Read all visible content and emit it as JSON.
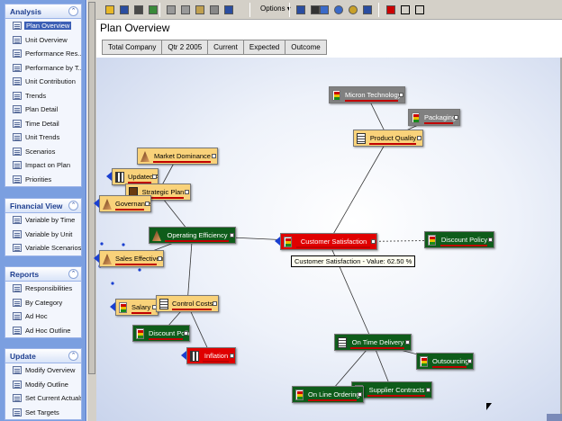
{
  "nav": {
    "groups": [
      {
        "title": "Analysis",
        "items": [
          "Plan Overview",
          "Unit Overview",
          "Performance Res...",
          "Performance by T...",
          "Unit Contribution",
          "Trends",
          "Plan Detail",
          "Time Detail",
          "Unit Trends",
          "Scenarios",
          "Impact on Plan",
          "Priorities"
        ],
        "selected": 0
      },
      {
        "title": "Financial View",
        "items": [
          "Variable by Time",
          "Variable by Unit",
          "Variable Scenarios"
        ]
      },
      {
        "title": "Reports",
        "items": [
          "Responsibilities",
          "By Category",
          "Ad Hoc",
          "Ad Hoc Outline"
        ]
      },
      {
        "title": "Update",
        "items": [
          "Modify Overview",
          "Modify Outline",
          "Set Current Actuals",
          "Set Targets"
        ]
      }
    ]
  },
  "toolbar": {
    "options_label": "Options",
    "icons": [
      "open-icon",
      "save-icon",
      "print-icon",
      "export-icon",
      "undo-icon",
      "redo-icon",
      "edit-icon",
      "link-icon",
      "sort-icon",
      "options-icon",
      "properties-icon",
      "zoom-in-icon",
      "zoom-out-icon",
      "layout-icon",
      "tree-icon",
      "traffic-light-icon",
      "box-icon",
      "frame-icon"
    ]
  },
  "page": {
    "title": "Plan Overview",
    "tabs": [
      "Total Company",
      "Qtr 2 2005",
      "Current",
      "Expected",
      "Outcome"
    ]
  },
  "diagram": {
    "tooltip": "Customer Satisfaction - Value: 62.50 %",
    "colors": {
      "green": "#0e5c1a",
      "gold": "#f9d27a",
      "gray": "#808080",
      "red": "#e00000"
    },
    "nodes": [
      {
        "id": "micron",
        "label": "Micron Technology",
        "style": "gray",
        "icon": "traffic-light-icon"
      },
      {
        "id": "packaging",
        "label": "Packaging",
        "style": "gray",
        "icon": "traffic-light-icon"
      },
      {
        "id": "quality",
        "label": "Product Quality",
        "style": "gold",
        "icon": "list-icon"
      },
      {
        "id": "market",
        "label": "Market Dominance",
        "style": "gold",
        "icon": "pyramid-icon"
      },
      {
        "id": "updated",
        "label": "Updated A",
        "style": "gold",
        "icon": "chart-icon"
      },
      {
        "id": "strategic",
        "label": "Strategic Plan",
        "style": "gold",
        "icon": "book-icon"
      },
      {
        "id": "governance",
        "label": "Governance",
        "style": "gold",
        "icon": "pyramid-icon"
      },
      {
        "id": "opeff",
        "label": "Operating Efficiency",
        "style": "green",
        "icon": "pyramid-icon"
      },
      {
        "id": "custsat",
        "label": "Customer Satisfaction",
        "style": "red",
        "icon": "traffic-light-icon"
      },
      {
        "id": "discount1",
        "label": "Discount Policy",
        "style": "green",
        "icon": "traffic-light-icon"
      },
      {
        "id": "saleseff",
        "label": "Sales Effectiveness",
        "style": "gold",
        "icon": "pyramid-icon"
      },
      {
        "id": "salary",
        "label": "Salary Growth",
        "style": "gold",
        "icon": "traffic-light-icon"
      },
      {
        "id": "control",
        "label": "Control Costs",
        "style": "gold",
        "icon": "list-icon"
      },
      {
        "id": "discount2",
        "label": "Discount Policy",
        "style": "green",
        "icon": "traffic-light-icon"
      },
      {
        "id": "inflation",
        "label": "Inflation",
        "style": "red",
        "icon": "chart-icon"
      },
      {
        "id": "ontime",
        "label": "On Time Delivery",
        "style": "green",
        "icon": "list-icon"
      },
      {
        "id": "outsourcing",
        "label": "Outsourcing",
        "style": "green",
        "icon": "traffic-light-icon"
      },
      {
        "id": "supplier",
        "label": "Supplier Contracts",
        "style": "green",
        "icon": "traffic-light-icon"
      },
      {
        "id": "ordering",
        "label": "On Line Ordering",
        "style": "green",
        "icon": "traffic-light-icon"
      }
    ]
  }
}
